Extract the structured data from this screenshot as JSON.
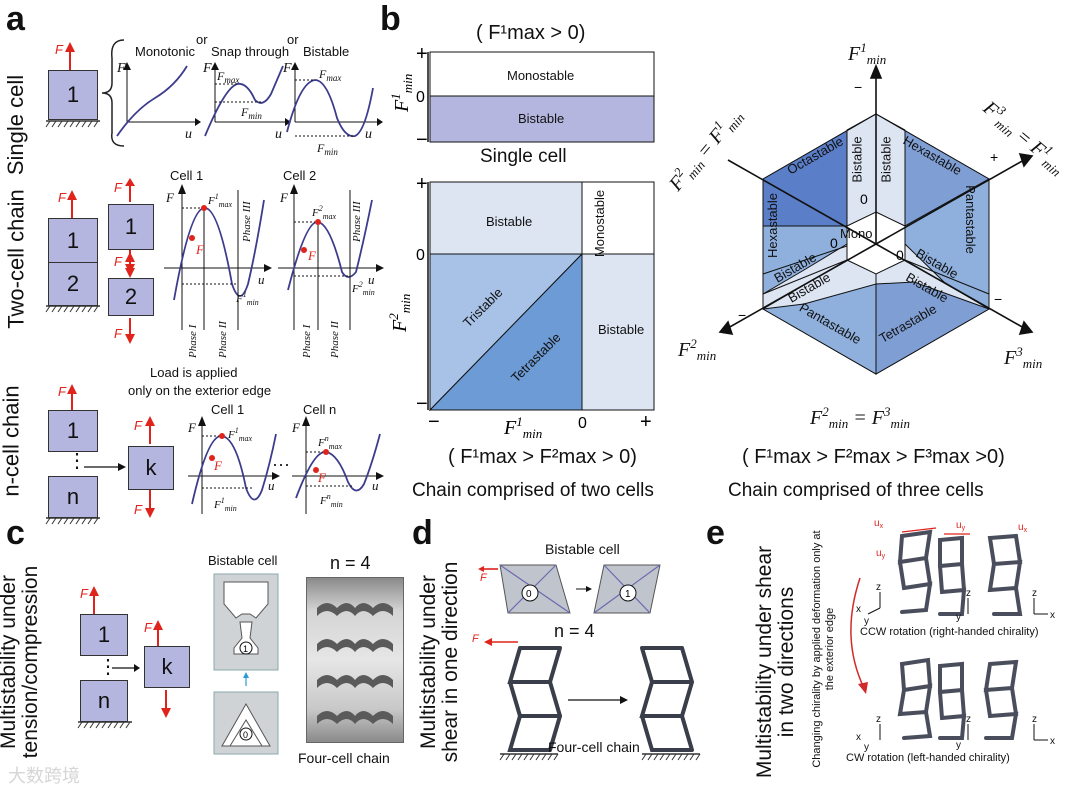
{
  "panels": {
    "a": {
      "label": "a",
      "rows": {
        "single": "Single cell",
        "two": "Two-cell chain",
        "n": "n-cell chain"
      },
      "single_options": {
        "monotonic": "Monotonic",
        "or1": "or",
        "snap": "Snap through",
        "or2": "or",
        "bistable": "Bistable"
      },
      "cell_labels": {
        "one": "1",
        "two": "2",
        "k": "k",
        "n": "n",
        "dots": "⋮"
      },
      "load_note": {
        "line1": "Load is applied",
        "line2": "only on the exterior edge"
      },
      "cell1": "Cell 1",
      "cell2": "Cell 2",
      "celln": "Cell n",
      "phase": {
        "I": "Phase I",
        "II": "Phase II",
        "III": "Phase III"
      },
      "ellipsis": "···"
    },
    "b": {
      "label": "b",
      "single_title": "( F¹max > 0)",
      "single_caption": "Single cell",
      "single_regions": {
        "mono": "Monostable",
        "bi": "Bistable"
      },
      "two_regions": {
        "bi_top": "Bistable",
        "mono": "Monostable",
        "tri": "Tristable",
        "tetra": "Tetrastable",
        "bi_right": "Bistable"
      },
      "two_cond": "( F¹max > F²max > 0)",
      "two_caption": "Chain comprised of two cells",
      "three_regions": {
        "octa": "Octastable",
        "hexa_l": "Hexastable",
        "hexa_r": "Hexastable",
        "penta_r": "Pantastable",
        "penta_b": "Pantastable",
        "tetra": "Tetrastable",
        "mono": "Mono",
        "bi": "Bistable"
      },
      "three_cond": "( F¹max > F²max > F³max >0)",
      "three_caption": "Chain comprised of three cells",
      "axis": {
        "plus": "+",
        "minus": "−",
        "zero": "0"
      }
    },
    "c": {
      "label": "c",
      "side": "Multistability under tension/compression",
      "bistable_cell": "Bistable cell",
      "n4": "n = 4",
      "four_cell": "Four-cell chain",
      "states": {
        "s1": "①",
        "s0": "⓪"
      }
    },
    "d": {
      "label": "d",
      "side": "Multistability under shear in one direction",
      "bistable_cell": "Bistable cell",
      "n4": "n = 4",
      "four_cell": "Four-cell chain"
    },
    "e": {
      "label": "e",
      "side": "Multistability under shear in two directions",
      "change_note": "Changing chirality by applied deformation only at the exterior edge",
      "ccw": "CCW rotation (right-handed chirality)",
      "cw": "CW rotation  (left-handed chirality)"
    }
  },
  "watermark": "大数跨境",
  "colors": {
    "cell": "#b4b6e0",
    "arrow": "#e0231b",
    "curve": "#3c3c8c",
    "dark_region": "#5a7ec7",
    "mid_region": "#8fb0dd",
    "light_region": "#dde5f3"
  }
}
